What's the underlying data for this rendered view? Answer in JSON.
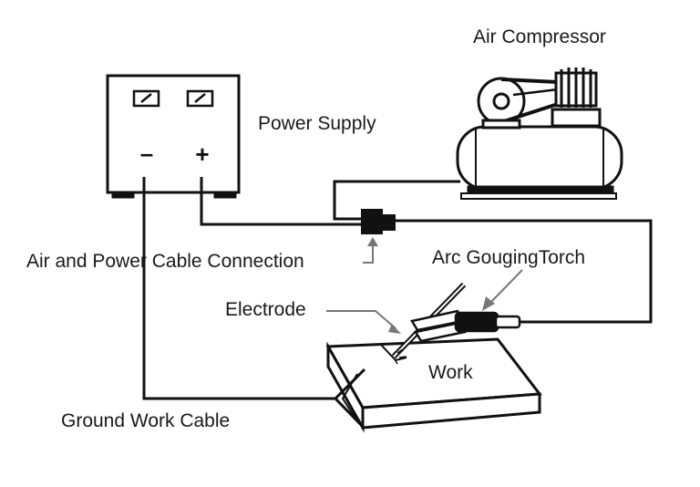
{
  "labels": {
    "air_compressor": "Air Compressor",
    "power_supply": "Power Supply",
    "connection": "Air and Power Cable Connection",
    "torch": "Arc GougingTorch",
    "electrode": "Electrode",
    "work": "Work",
    "ground_cable": "Ground Work Cable"
  },
  "terminals": {
    "negative": "–",
    "positive": "+"
  },
  "colors": {
    "line": "#111111",
    "pointer": "#777777",
    "background": "#ffffff"
  }
}
